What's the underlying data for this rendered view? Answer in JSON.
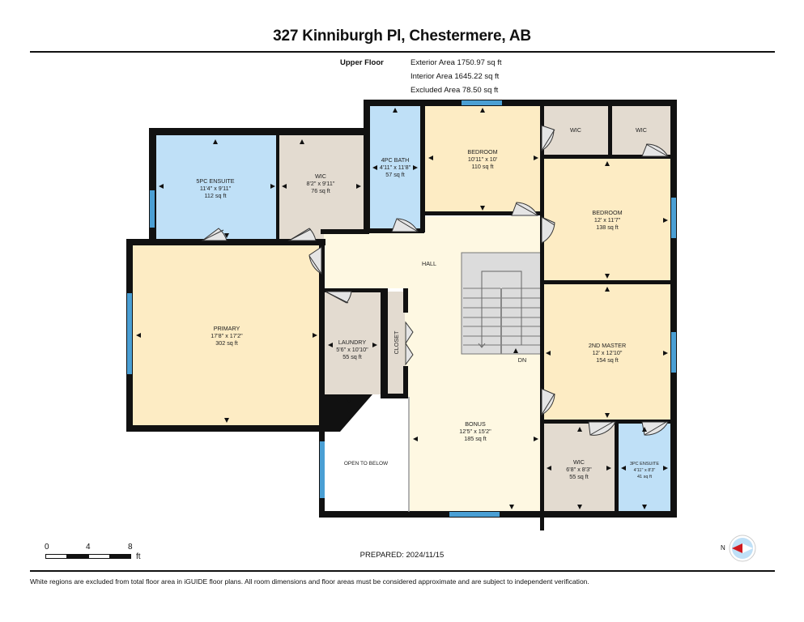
{
  "header": {
    "title": "327 Kinniburgh Pl, Chestermere, AB"
  },
  "areas": {
    "floor_label": "Upper Floor",
    "exterior": "Exterior Area 1750.97 sq ft",
    "interior": "Interior Area 1645.22 sq ft",
    "excluded": "Excluded Area 78.50 sq ft"
  },
  "rooms": {
    "ensuite5": {
      "name": "5PC ENSUITE",
      "dims": "11'4\" x 9'11\"",
      "area": "112 sq ft"
    },
    "wic1": {
      "name": "WIC",
      "dims": "8'2\" x 9'11\"",
      "area": "76 sq ft"
    },
    "bath4": {
      "name": "4PC BATH",
      "dims": "4'11\" x 11'8\"",
      "area": "57 sq ft"
    },
    "bedroom1": {
      "name": "BEDROOM",
      "dims": "10'11\" x 10'",
      "area": "110 sq ft"
    },
    "wic2": {
      "name": "WIC"
    },
    "wic3": {
      "name": "WIC"
    },
    "bedroom2": {
      "name": "BEDROOM",
      "dims": "12' x 11'7\"",
      "area": "138 sq ft"
    },
    "hall": {
      "name": "HALL"
    },
    "primary": {
      "name": "PRIMARY",
      "dims": "17'8\" x 17'2\"",
      "area": "302 sq ft"
    },
    "laundry": {
      "name": "LAUNDRY",
      "dims": "5'6\" x 10'10\"",
      "area": "55 sq ft"
    },
    "closet": {
      "name": "CLOSET"
    },
    "stairs": {
      "label": "DN"
    },
    "master2": {
      "name": "2ND MASTER",
      "dims": "12' x 12'10\"",
      "area": "154 sq ft"
    },
    "bonus": {
      "name": "BONUS",
      "dims": "12'5\" x 15'2\"",
      "area": "185 sq ft"
    },
    "open": {
      "name": "OPEN TO BELOW"
    },
    "wic4": {
      "name": "WIC",
      "dims": "6'8\" x 8'3\"",
      "area": "55 sq ft"
    },
    "ensuite3": {
      "name": "3PC ENSUITE",
      "dims": "4'11\" x 8'3\"",
      "area": "41 sq ft"
    }
  },
  "scale": {
    "ticks": [
      "0",
      "4",
      "8"
    ],
    "unit": "ft"
  },
  "prepared": "PREPARED: 2024/11/15",
  "compass": {
    "label": "N"
  },
  "footer": "White regions are excluded from total floor area in iGUIDE floor plans. All room dimensions and floor areas must be considered approximate and are subject to independent verification.",
  "colors": {
    "bath": "#bfe0f7",
    "bedroom": "#fdecc4",
    "hall": "#fef8e2",
    "closet": "#e3dbd0",
    "wall": "#111111",
    "window": "#4a9fd4",
    "stairs": "#dcdcdc"
  }
}
